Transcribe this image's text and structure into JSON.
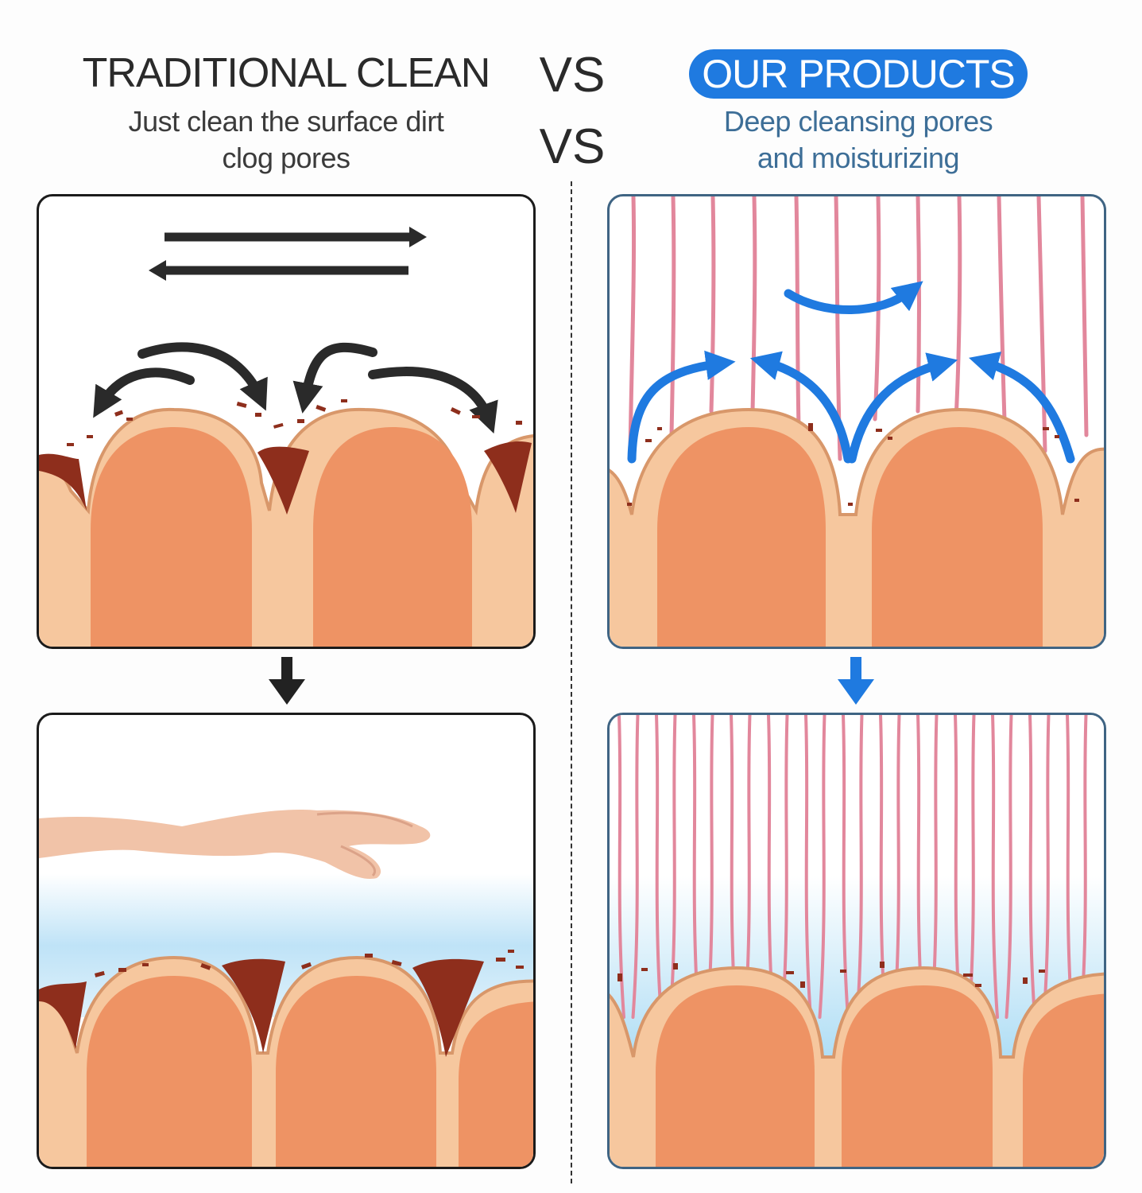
{
  "left": {
    "title": "TRADITIONAL CLEAN",
    "subtitle_line1": "Just clean the surface dirt",
    "subtitle_line2": "clog pores"
  },
  "vs": {
    "label_top": "VS",
    "label_bottom": "VS"
  },
  "right": {
    "title": "OUR PRODUCTS",
    "subtitle_line1": "Deep cleansing pores",
    "subtitle_line2": "and moisturizing"
  },
  "colors": {
    "accent_blue": "#1f7ae0",
    "dark_arrow": "#2a2a2a",
    "skin_outer": "#f6c79e",
    "skin_inner": "#ee9364",
    "dirt": "#8e2e1c",
    "fiber_pink": "#e2879c",
    "water_blue": "#bfe3f7"
  },
  "icons": {
    "left_down": "down-arrow-icon",
    "right_down": "down-arrow-icon",
    "hand": "hand-icon"
  }
}
